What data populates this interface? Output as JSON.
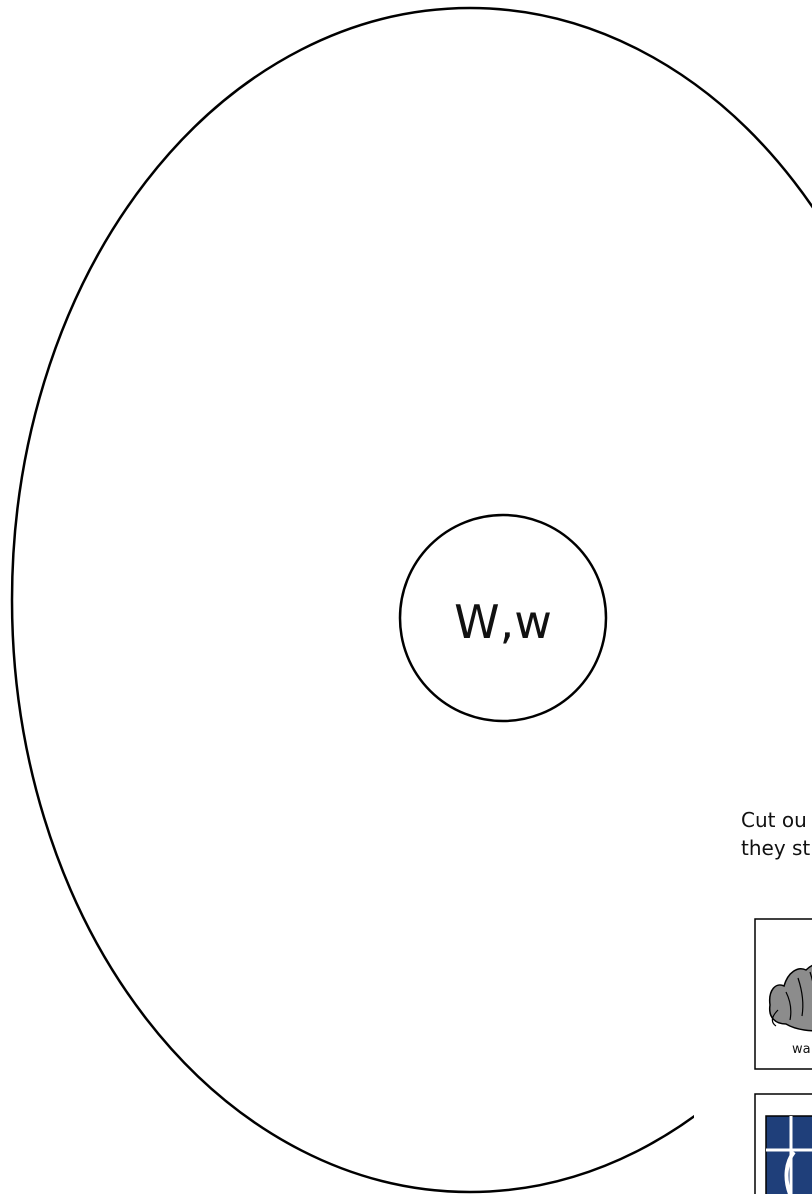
{
  "sorting_mat": {
    "letter_label": "W,w"
  },
  "instructions": {
    "line_1": "Cut ou",
    "line_2": "they st"
  },
  "picture_cards": [
    {
      "icon": "hand-waving-icon",
      "caption": "wa"
    },
    {
      "icon": "window-icon",
      "caption": ""
    }
  ],
  "colors": {
    "outline": "#000000",
    "window_blue": "#1f3f7a",
    "hand_gray": "#8c8c8c"
  }
}
